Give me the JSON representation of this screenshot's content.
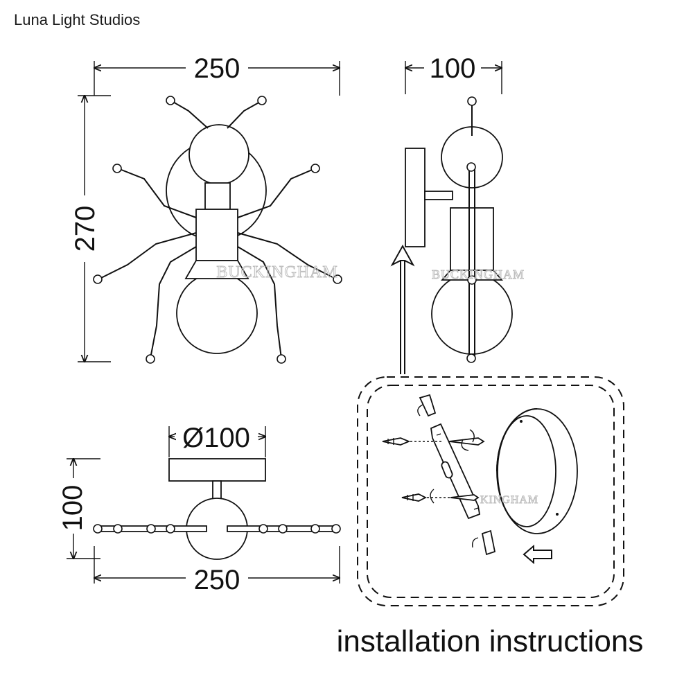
{
  "brand": "Luna Light Studios",
  "dimensions": {
    "front_width": "250",
    "front_height": "270",
    "side_depth": "100",
    "base_diameter": "Ø100",
    "top_depth": "100",
    "top_width": "250"
  },
  "watermark": {
    "front": "BUCKINGHAM",
    "side": "BUCKINGHAM",
    "install": "KINGHAM"
  },
  "caption": "installation instructions"
}
